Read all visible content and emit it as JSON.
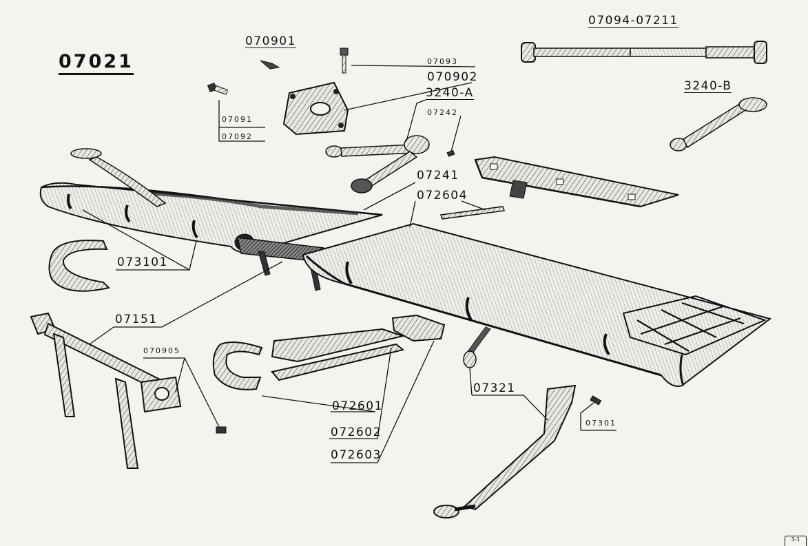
{
  "title": "07021",
  "labels": {
    "l070901": "070901",
    "l07093": "07093",
    "l070902": "070902",
    "l3240a": "3240-A",
    "l07242": "07242",
    "l07091": "07091",
    "l07092": "07092",
    "l07094": "07094-07211",
    "l3240b": "3240-B",
    "l07241": "07241",
    "l072604": "072604",
    "l073101": "073101",
    "l07151": "07151",
    "l070905": "070905",
    "l072601": "072601",
    "l072602": "072602",
    "l072603": "072603",
    "l07321": "07321",
    "l07301": "07301"
  },
  "corner_mark": "3-1"
}
